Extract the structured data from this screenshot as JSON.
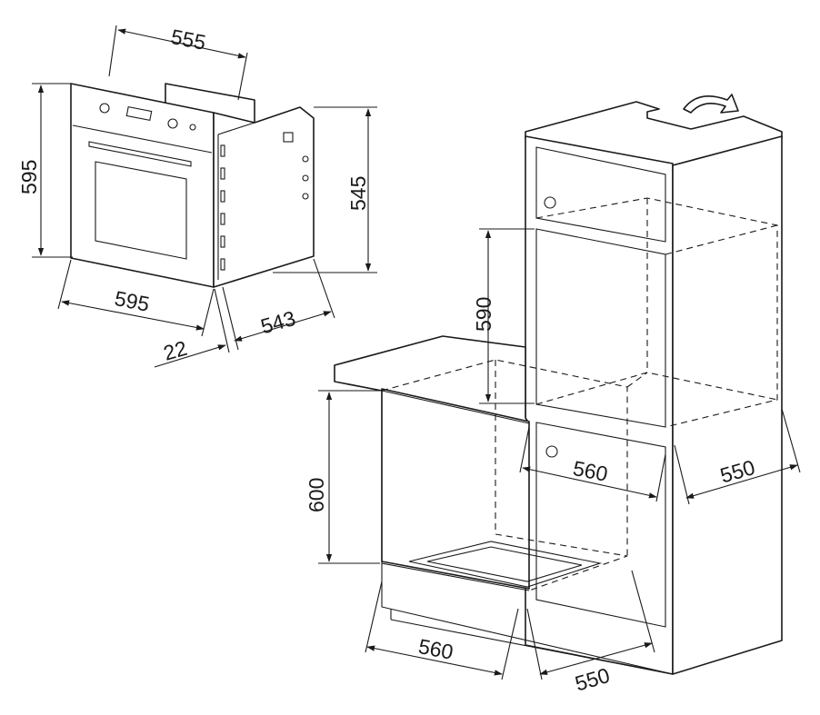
{
  "dimensions": {
    "oven_width_top": "555",
    "oven_height": "595",
    "oven_depth_side": "545",
    "oven_front_width": "595",
    "oven_body_depth": "543",
    "oven_panel_thickness": "22",
    "tall_niche_height": "590",
    "tall_niche_width": "560",
    "tall_niche_depth": "550",
    "under_niche_height": "600",
    "under_niche_width": "560",
    "under_niche_depth": "550"
  },
  "colors": {
    "line": "#1a1a1a",
    "background": "#ffffff"
  },
  "icons": {
    "ventilation_arrow": "curved-arrow-icon"
  }
}
